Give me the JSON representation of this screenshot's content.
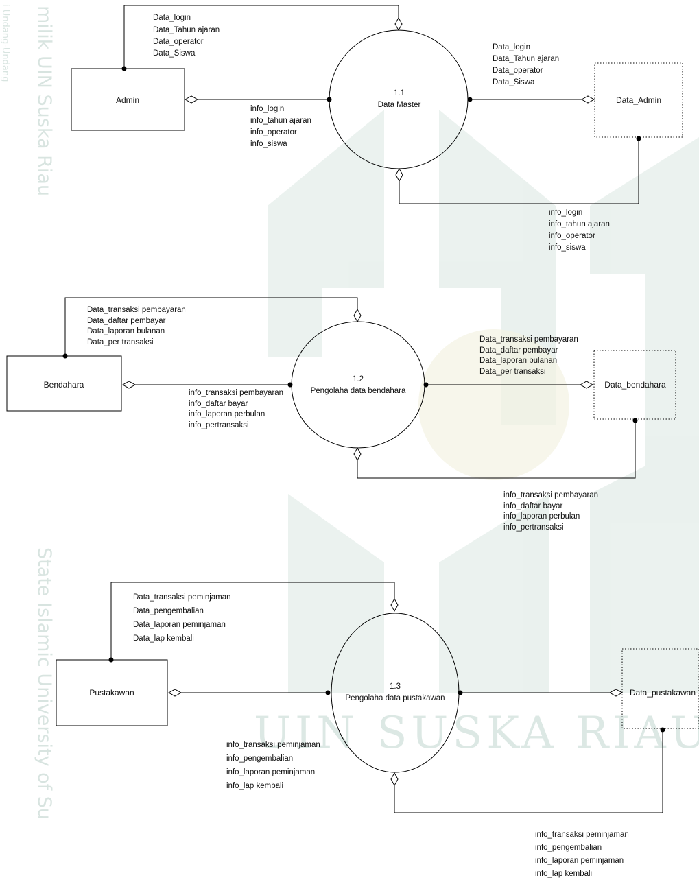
{
  "watermark": {
    "side_top": "milik UIN Suska Riau",
    "side_bottom": "State Islamic University of Su",
    "side_edge": "i Undang-Undang",
    "bottom": "UIN SUSKA RIAU"
  },
  "processes": [
    {
      "number": "1.1",
      "name": "Data Master"
    },
    {
      "number": "1.2",
      "name": "Pengolaha data bendahara"
    },
    {
      "number": "1.3",
      "name": "Pengolaha data pustakawan"
    }
  ],
  "entities": [
    "Admin",
    "Bendahara",
    "Pustakawan"
  ],
  "stores": [
    "Data_Admin",
    "Data_bendahara",
    "Data_pustakawan"
  ],
  "flows": {
    "admin_data": [
      "Data_login",
      "Data_Tahun ajaran",
      "Data_operator",
      "Data_Siswa"
    ],
    "admin_info": [
      "info_login",
      "info_tahun ajaran",
      "info_operator",
      "info_siswa"
    ],
    "store1_data": [
      "Data_login",
      "Data_Tahun ajaran",
      "Data_operator",
      "Data_Siswa"
    ],
    "store1_info": [
      "info_login",
      "info_tahun ajaran",
      "info_operator",
      "info_siswa"
    ],
    "bend_data": [
      "Data_transaksi pembayaran",
      "Data_daftar pembayar",
      "Data_laporan bulanan",
      "Data_per transaksi"
    ],
    "bend_info": [
      "info_transaksi pembayaran",
      "info_daftar bayar",
      "info_laporan perbulan",
      "info_pertransaksi"
    ],
    "store2_data": [
      "Data_transaksi pembayaran",
      "Data_daftar pembayar",
      "Data_laporan bulanan",
      "Data_per transaksi"
    ],
    "store2_info": [
      "info_transaksi pembayaran",
      "info_daftar bayar",
      "info_laporan perbulan",
      "info_pertransaksi"
    ],
    "pust_data": [
      "Data_transaksi peminjaman",
      "Data_pengembalian",
      "Data_laporan peminjaman",
      "Data_lap kembali"
    ],
    "pust_info": [
      "info_transaksi peminjaman",
      "info_pengembalian",
      "info_laporan peminjaman",
      "info_lap kembali"
    ],
    "store3_info": [
      "info_transaksi peminjaman",
      "info_pengembalian",
      "info_laporan peminjaman",
      "info_lap kembali"
    ]
  }
}
